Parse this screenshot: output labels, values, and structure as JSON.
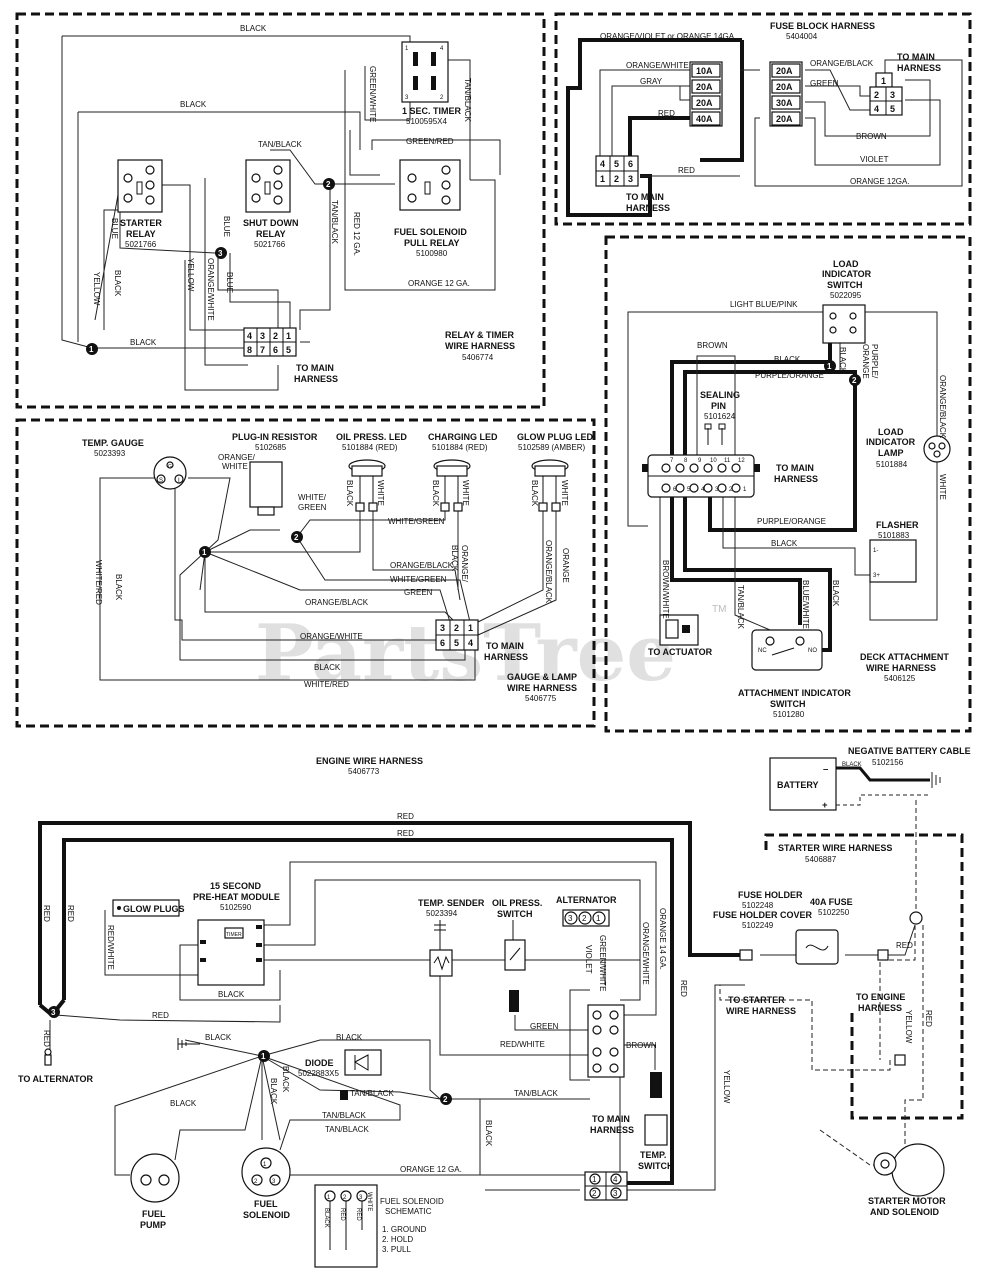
{
  "relay_timer": {
    "title_1": "RELAY & TIMER",
    "title_2": "WIRE HARNESS",
    "part": "5406774",
    "timer_name": "1 SEC. TIMER",
    "timer_part": "5100595X4",
    "starter_relay_1": "STARTER",
    "starter_relay_2": "RELAY",
    "starter_relay_part": "5021766",
    "shutdown_relay_1": "SHUT DOWN",
    "shutdown_relay_2": "RELAY",
    "shutdown_relay_part": "5021766",
    "fuel_relay_1": "FUEL SOLENOID",
    "fuel_relay_2": "PULL RELAY",
    "fuel_relay_part": "5100980",
    "to_main_1": "TO MAIN",
    "to_main_2": "HARNESS",
    "connector_top": [
      "4",
      "3",
      "2",
      "1"
    ],
    "connector_bottom": [
      "8",
      "7",
      "6",
      "5"
    ],
    "wires": {
      "black_top": "BLACK",
      "black_mid": "BLACK",
      "black_low": "BLACK",
      "black_left": "BLACK",
      "tan_black": "TAN/BLACK",
      "tan_black_v": "TAN/BLACK",
      "tan_black_v2": "TAN/BLACK",
      "green_white": "GREEN/WHITE",
      "green_red": "GREEN/RED",
      "red12": "RED 12 GA.",
      "orange12": "ORANGE 12 GA.",
      "blue1": "BLUE",
      "blue2": "BLUE",
      "blue3": "BLUE",
      "yellow1": "YELLOW",
      "yellow2": "YELLOW",
      "orange_white": "ORANGE/WHITE"
    }
  },
  "fuse_block": {
    "title": "FUSE BLOCK HARNESS",
    "part": "5404004",
    "to_main_1": "TO MAIN",
    "to_main_2": "HARNESS",
    "to_main_b1": "TO MAIN",
    "to_main_b2": "HARNESS",
    "fuses_left": [
      "10A",
      "20A",
      "20A",
      "40A"
    ],
    "fuses_right": [
      "20A",
      "20A",
      "30A",
      "20A"
    ],
    "connector_top": [
      "4",
      "5",
      "6"
    ],
    "connector_bottom": [
      "1",
      "2",
      "3"
    ],
    "plug_top": "1",
    "plug_mid": [
      "2",
      "3"
    ],
    "plug_bot": [
      "4",
      "5"
    ],
    "wires": {
      "orange_violet": "ORANGE/VIOLET or ORANGE 14GA.",
      "orange_white": "ORANGE/WHITE",
      "gray": "GRAY",
      "red1": "RED",
      "red2": "RED",
      "orange_black": "ORANGE/BLACK",
      "green": "GREEN",
      "brown": "BROWN",
      "violet": "VIOLET",
      "orange12": "ORANGE 12GA."
    }
  },
  "gauge_lamp": {
    "title_1": "GAUGE & LAMP",
    "title_2": "WIRE HARNESS",
    "part": "5406775",
    "temp_gauge": "TEMP. GAUGE",
    "temp_gauge_part": "5023393",
    "plugin_resistor": "PLUG-IN RESISTOR",
    "plugin_resistor_part": "5102685",
    "oil_led": "OIL PRESS. LED",
    "oil_led_part": "5101884 (RED)",
    "charging_led": "CHARGING LED",
    "charging_led_part": "5101884 (RED)",
    "glow_led": "GLOW PLUG LED",
    "glow_led_part": "5102589 (AMBER)",
    "to_main_1": "TO MAIN",
    "to_main_2": "HARNESS",
    "connector_top": [
      "3",
      "2",
      "1"
    ],
    "connector_bottom": [
      "6",
      "5",
      "4"
    ],
    "gauge_s": "S",
    "gauge_i": "I",
    "gauge_g": "G",
    "wires": {
      "orange_white_top": "ORANGE/",
      "orange_white_top2": "WHITE",
      "white_green": "WHITE/",
      "white_green2": "GREEN",
      "white_green_h": "WHITE/GREEN",
      "white_green_h2": "WHITE/GREEN",
      "orange_black_h": "ORANGE/BLACK",
      "orange_black_h2": "ORANGE/BLACK",
      "orange_black_v": "ORANGE/",
      "orange_black_v2": "BLACK",
      "orange_black_v3": "ORANGE/BLACK",
      "orange_v": "ORANGE",
      "green": "GREEN",
      "orange_white_h": "ORANGE/WHITE",
      "black_h": "BLACK",
      "white_red_h": "WHITE/RED",
      "white_red_v": "WHITE/RED",
      "black_v": "BLACK",
      "black1": "BLACK",
      "white1": "WHITE",
      "black2": "BLACK",
      "white2": "WHITE",
      "black3": "BLACK",
      "white3": "WHITE"
    }
  },
  "deck": {
    "title_1": "DECK ATTACHMENT",
    "title_2": "WIRE HARNESS",
    "part": "5406125",
    "load_switch_1": "LOAD",
    "load_switch_2": "INDICATOR",
    "load_switch_3": "SWITCH",
    "load_switch_part": "5022095",
    "load_lamp_1": "LOAD",
    "load_lamp_2": "INDICATOR",
    "load_lamp_3": "LAMP",
    "load_lamp_part": "5101884",
    "sealing_pin_1": "SEALING",
    "sealing_pin_2": "PIN",
    "sealing_pin_part": "5101624",
    "flasher": "FLASHER",
    "flasher_part": "5101883",
    "to_actuator": "TO ACTUATOR",
    "to_main_1": "TO MAIN",
    "to_main_2": "HARNESS",
    "attach_switch_1": "ATTACHMENT INDICATOR",
    "attach_switch_2": "SWITCH",
    "attach_switch_part": "5101280",
    "connector_top": [
      "7",
      "8",
      "9",
      "10",
      "11",
      "12"
    ],
    "connector_bottom": [
      "6",
      "5",
      "4",
      "3",
      "2",
      "1"
    ],
    "nc": "NC",
    "no": "NO",
    "flasher_1": "1-",
    "flasher_3": "3+",
    "wires": {
      "light_blue_pink": "LIGHT BLUE/PINK",
      "brown": "BROWN",
      "black": "BLACK",
      "purple_orange": "PURPLE/ORANGE",
      "purple_orange2": "PURPLE/ORANGE",
      "black_v": "BLACK",
      "purple_v": "PURPLE/",
      "purple_v2": "ORANGE",
      "orange_black": "ORANGE/BLACK",
      "white": "WHITE",
      "black2": "BLACK",
      "brown_white": "BROWN/WHITE",
      "tan_black": "TAN/BLACK",
      "blue_white": "BLUE/WHITE",
      "black3": "BLACK"
    }
  },
  "engine": {
    "title": "ENGINE WIRE HARNESS",
    "part": "5406773",
    "glow_plugs": "GLOW PLUGS",
    "preheat_1": "15 SECOND",
    "preheat_2": "PRE-HEAT MODULE",
    "preheat_part": "5102590",
    "timer_label": "TIMER",
    "temp_sender": "TEMP. SENDER",
    "temp_sender_part": "5023394",
    "oil_switch_1": "OIL PRESS.",
    "oil_switch_2": "SWITCH",
    "alternator": "ALTERNATOR",
    "alt_pins": [
      "3",
      "2",
      "1"
    ],
    "to_alternator": "TO ALTERNATOR",
    "diode": "DIODE",
    "diode_part": "5022883X5",
    "fuel_pump_1": "FUEL",
    "fuel_pump_2": "PUMP",
    "fuel_sol_1": "FUEL",
    "fuel_sol_2": "SOLENOID",
    "to_main_1": "TO MAIN",
    "to_main_2": "HARNESS",
    "temp_switch_1": "TEMP.",
    "temp_switch_2": "SWITCH",
    "connector": [
      "1",
      "4",
      "2",
      "3"
    ],
    "fs_schematic_1": "FUEL SOLENOID",
    "fs_schematic_2": "SCHEMATIC",
    "fs_legend_1": "1.  GROUND",
    "fs_legend_2": "2.  HOLD",
    "fs_legend_3": "3.  PULL",
    "fs_wire_black": "BLACK",
    "fs_wire_red": "RED",
    "fs_wire_red2": "RED",
    "fs_wire_white": "WHITE",
    "term_1": "1",
    "term_2": "2",
    "term_3": "3",
    "term_4": "4",
    "wires": {
      "red1": "RED",
      "red2": "RED",
      "red_v1": "RED",
      "red_v2": "RED",
      "red_mid": "RED",
      "red_small": "RED",
      "red_right": "RED",
      "red_white_v": "RED/WHITE",
      "red_white_h": "RED/WHITE",
      "black_pre": "BLACK",
      "black_gnd": "BLACK",
      "black_d": "BLACK",
      "black_v1": "BLACK",
      "black_v2": "BLACK",
      "black_pump": "BLACK",
      "black_right": "BLACK",
      "tan_black1": "TAN/BLACK",
      "tan_black2": "TAN/BLACK",
      "tan_black3": "TAN/BLACK",
      "tan_black4": "TAN/BLACK",
      "orange14": "ORANGE 14 GA.",
      "orange_white": "ORANGE/WHITE",
      "green_white": "GREEN/WHITE",
      "violet": "VIOLET",
      "green": "GREEN",
      "brown": "BROWN",
      "orange12": "ORANGE 12 GA.",
      "yellow": "YELLOW"
    }
  },
  "battery": {
    "battery": "BATTERY",
    "minus": "–",
    "plus": "+",
    "neg_cable": "NEGATIVE BATTERY CABLE",
    "neg_cable_part": "5102156",
    "black": "BLACK"
  },
  "starter": {
    "title": "STARTER WIRE HARNESS",
    "part": "5406887",
    "fuse_holder": "FUSE HOLDER",
    "fuse_holder_part": "5102248",
    "fuse_cover": "FUSE HOLDER COVER",
    "fuse_cover_part": "5102249",
    "fuse_40": "40A FUSE",
    "fuse_40_part": "5102250",
    "to_starter_1": "TO STARTER",
    "to_starter_2": "WIRE HARNESS",
    "to_engine_1": "TO ENGINE",
    "to_engine_2": "HARNESS",
    "motor_1": "STARTER MOTOR",
    "motor_2": "AND SOLENOID",
    "red": "RED",
    "yellow": "YELLOW",
    "red2": "RED"
  },
  "nodes": {
    "n1": "1",
    "n2": "2",
    "n3": "3"
  },
  "watermark": "PartsTree",
  "tm": "TM"
}
